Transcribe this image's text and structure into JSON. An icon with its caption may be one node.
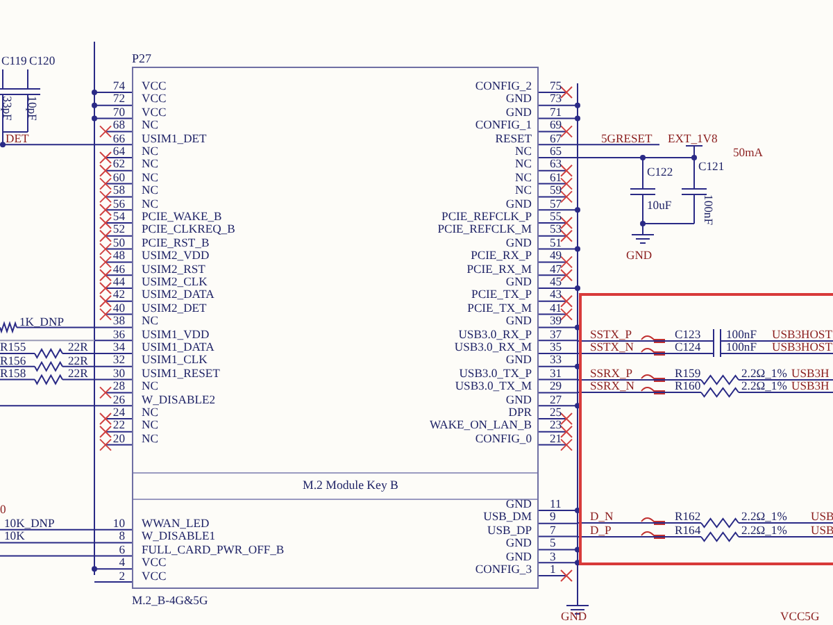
{
  "diagram": {
    "nodes": [
      {
        "text": [
          "P27",
          "M.2 Module Key B"
        ],
        "beside": [
          "M.2_B-4G&5G"
        ]
      }
    ],
    "labels": [
      "C119",
      "C120",
      "33pF",
      "10pF",
      "DET",
      "74",
      "VCC",
      "72",
      "VCC",
      "70",
      "VCC",
      "68",
      "NC",
      "66",
      "USIM1_DET",
      "64",
      "NC",
      "62",
      "NC",
      "60",
      "NC",
      "58",
      "NC",
      "56",
      "NC",
      "54",
      "PCIE_WAKE_B",
      "52",
      "PCIE_CLKREQ_B",
      "50",
      "PCIE_RST_B",
      "48",
      "USIM2_VDD",
      "46",
      "USIM2_RST",
      "44",
      "USIM2_CLK",
      "42",
      "USIM2_DATA",
      "40",
      "USIM2_DET",
      "38",
      "NC",
      "36",
      "USIM1_VDD",
      "34",
      "USIM1_DATA",
      "32",
      "USIM1_CLK",
      "30",
      "USIM1_RESET",
      "28",
      "NC",
      "26",
      "W_DISABLE2",
      "24",
      "NC",
      "22",
      "NC",
      "20",
      "NC",
      "CONFIG_2",
      "75",
      "GND",
      "73",
      "GND",
      "71",
      "CONFIG_1",
      "69",
      "RESET",
      "67",
      "NC",
      "65",
      "NC",
      "63",
      "NC",
      "61",
      "NC",
      "59",
      "GND",
      "57",
      "PCIE_REFCLK_P",
      "55",
      "PCIE_REFCLK_M",
      "53",
      "GND",
      "51",
      "PCIE_RX_P",
      "49",
      "PCIE_RX_M",
      "47",
      "GND",
      "45",
      "PCIE_TX_P",
      "43",
      "PCIE_TX_M",
      "41",
      "GND",
      "39",
      "USB3.0_RX_P",
      "37",
      "USB3.0_RX_M",
      "35",
      "GND",
      "33",
      "USB3.0_TX_P",
      "31",
      "USB3.0_TX_M",
      "29",
      "GND",
      "27",
      "DPR",
      "25",
      "WAKE_ON_LAN_B",
      "23",
      "CONFIG_0",
      "21",
      "10",
      "WWAN_LED",
      "8",
      "W_DISABLE1",
      "6",
      "FULL_CARD_PWR_OFF_B",
      "4",
      "VCC",
      "2",
      "VCC",
      "GND",
      "11",
      "USB_DM",
      "9",
      "USB_DP",
      "7",
      "GND",
      "5",
      "GND",
      "3",
      "CONFIG_3",
      "1",
      "1K_DNP",
      "R155",
      "22R",
      "R156",
      "22R",
      "R158",
      "22R",
      "0",
      "10K_DNP",
      "10K",
      "5GRESET",
      "EXT_1V8",
      "50mA",
      "C122",
      "C121",
      "10uF",
      "100nF",
      "GND",
      "SSTX_P",
      "C123",
      "100nF",
      "USB3HOST",
      "SSTX_N",
      "C124",
      "100nF",
      "USB3HOST",
      "SSRX_P",
      "R159",
      "2.2Ω_1%",
      "USB3H",
      "SSRX_N",
      "R160",
      "2.2Ω_1%",
      "USB3H",
      "D_N",
      "R162",
      "2.2Ω_1%",
      "USB",
      "D_P",
      "R164",
      "2.2Ω_1%",
      "USB",
      "GND",
      "VCC5G"
    ]
  }
}
